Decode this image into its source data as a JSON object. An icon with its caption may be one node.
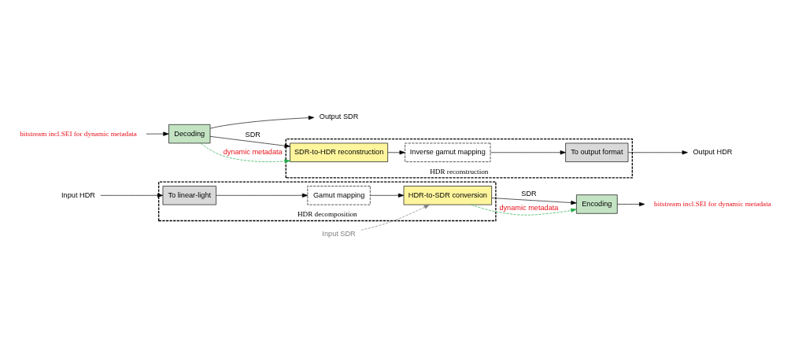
{
  "diagram": {
    "nodes": [
      {
        "text": [
          "Input HDR"
        ]
      },
      {
        "text": [
          "HDR decomposition"
        ]
      },
      {
        "text": [
          "To linear-light"
        ],
        "in": 1
      },
      {
        "text": [
          "Gamut mapping"
        ],
        "in": 1
      },
      {
        "text": [
          "HDR-to-SDR conversion"
        ],
        "in": 1
      },
      {
        "text": [
          "Encoding"
        ]
      },
      {
        "text": [
          "bitstream incl.SEI for dynamic metadata"
        ]
      },
      {
        "text": [
          "Input SDR"
        ]
      },
      {
        "text": [
          "Output SDR"
        ]
      },
      {
        "text": [
          "bitstream incl.SEI for dynamic metadata"
        ]
      },
      {
        "text": [
          "Decoding"
        ]
      },
      {
        "text": [
          "HDR reconstruction"
        ]
      },
      {
        "text": [
          "SDR-to-HDR reconstruction"
        ],
        "in": 11
      },
      {
        "text": [
          "Inverse gamut mapping"
        ],
        "in": 11
      },
      {
        "text": [
          "To output format"
        ],
        "in": 11
      },
      {
        "text": [
          "Output HDR"
        ]
      }
    ],
    "edges": [
      {
        "from": 0,
        "to": 2,
        "arrow": "to"
      },
      {
        "from": 2,
        "to": 3,
        "arrow": "to"
      },
      {
        "from": 3,
        "to": 4,
        "arrow": "to"
      },
      {
        "from": 4,
        "to": 5,
        "arrow": "to",
        "label": "SDR"
      },
      {
        "from": 4,
        "to": 5,
        "arrow": "to",
        "label": "dynamic metadata",
        "style": "dashed",
        "color": "#22aa44"
      },
      {
        "from": 5,
        "to": 6,
        "arrow": "to"
      },
      {
        "from": 7,
        "to": 4,
        "arrow": "to",
        "style": "dashed",
        "color": "#808080"
      },
      {
        "from": 9,
        "to": 10,
        "arrow": "to"
      },
      {
        "from": 10,
        "to": 8,
        "arrow": "to"
      },
      {
        "from": 10,
        "to": 12,
        "arrow": "to",
        "label": "SDR"
      },
      {
        "from": 10,
        "to": 12,
        "arrow": "to",
        "label": "dynamic metadata",
        "style": "dashed",
        "color": "#22aa44"
      },
      {
        "from": 12,
        "to": 13,
        "arrow": "to"
      },
      {
        "from": 13,
        "to": 14,
        "arrow": "to"
      },
      {
        "from": 14,
        "to": 15,
        "arrow": "to"
      }
    ]
  }
}
